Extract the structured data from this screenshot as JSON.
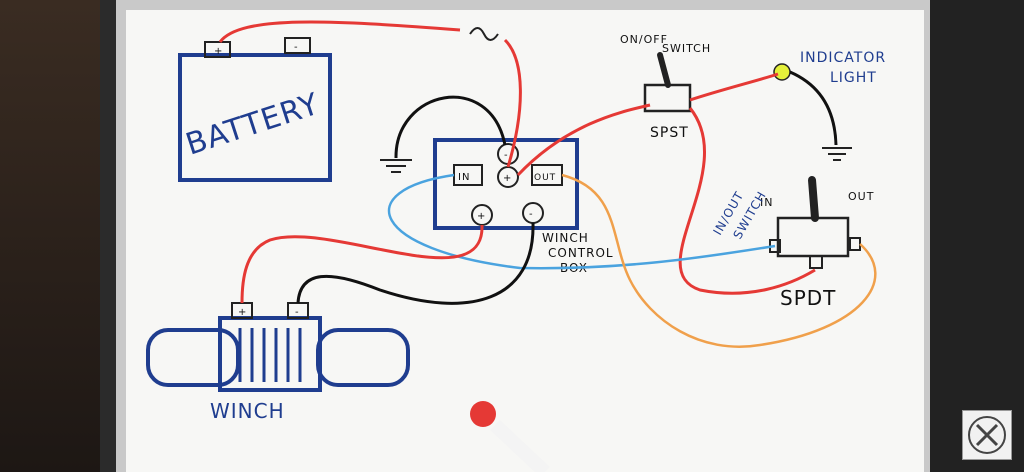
{
  "labels": {
    "battery": "BATTERY",
    "battery_pos": "+",
    "battery_neg": "-",
    "winch": "WINCH",
    "winch_pos": "+",
    "winch_neg": "-",
    "control_box_line1": "WINCH",
    "control_box_line2": "CONTROL",
    "control_box_line3": "BOX",
    "box_in": "IN",
    "box_out": "OUT",
    "box_top_neg": "-",
    "box_top_pos": "+",
    "box_bottom_pos": "+",
    "box_bottom_neg": "-",
    "onoff_line1": "ON/OFF",
    "onoff_line2": "SWITCH",
    "spst": "SPST",
    "indicator_line1": "INDICATOR",
    "indicator_line2": "LIGHT",
    "inout_line1": "IN/OUT",
    "inout_line2": "SWITCH",
    "in": "IN",
    "out": "OUT",
    "spdt": "SPDT"
  },
  "colors": {
    "marker_blue": "#1f3d8f",
    "wire_red": "#e53935",
    "wire_black": "#111111",
    "wire_light_blue": "#4aa3df",
    "wire_orange": "#f0a04b",
    "indicator_yellow": "#e4f03a"
  },
  "icons": [
    "ground-symbol-icon",
    "fuse-icon",
    "toggle-switch-icon",
    "logo-icon"
  ]
}
